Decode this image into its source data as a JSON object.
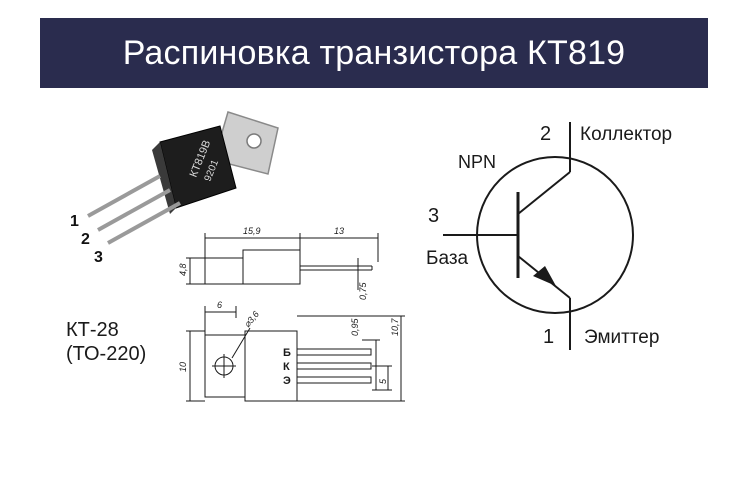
{
  "title": "Распиновка транзистора КТ819",
  "photo": {
    "chip_marking_line1": "КТ819В",
    "chip_marking_line2": "9201",
    "pin_numbers": [
      "1",
      "2",
      "3"
    ]
  },
  "package": {
    "line1": "КТ-28",
    "line2": "(ТО-220)"
  },
  "drawing": {
    "dim_top_1": "15,9",
    "dim_top_2": "13",
    "dim_height": "4,8",
    "dim_lead": "0,75",
    "dim_tab": "6",
    "dim_hole": "⌀3,6",
    "dim_pin_width": "0,95",
    "dim_total": "10,7",
    "dim_body": "10",
    "dim_pitch": "5",
    "pin_letters": [
      "Б",
      "К",
      "Э"
    ]
  },
  "symbol": {
    "type_label": "NPN",
    "pin_collector_num": "2",
    "pin_collector_name": "Коллектор",
    "pin_base_num": "3",
    "pin_base_name": "База",
    "pin_emitter_num": "1",
    "pin_emitter_name": "Эмиттер"
  },
  "colors": {
    "banner": "#2a2c4e",
    "banner_text": "#ffffff",
    "line": "#1a1a1a"
  }
}
